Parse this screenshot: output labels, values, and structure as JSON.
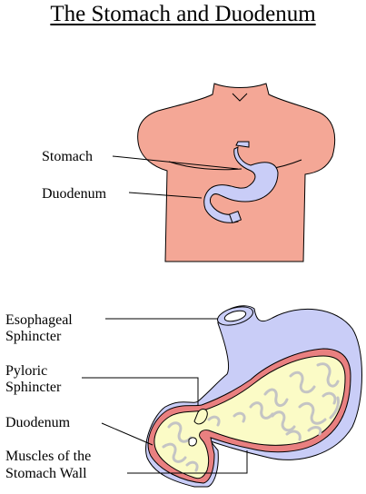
{
  "title": "The Stomach and Duodenum",
  "torso_diagram": {
    "labels": {
      "stomach": "Stomach",
      "duodenum": "Duodenum"
    }
  },
  "cross_section": {
    "labels": {
      "esophageal_sphincter": [
        "Esophageal",
        "Sphincter"
      ],
      "pyloric_sphincter": [
        "Pyloric",
        "Sphincter"
      ],
      "duodenum": "Duodenum",
      "muscles": [
        "Muscles of the",
        "Stomach Wall"
      ]
    }
  },
  "colors": {
    "skin": "#f4a796",
    "stomach": "#c9cdf7",
    "lining": "#fbfbc6",
    "folds": "#c4c4c4",
    "muscle": "#e98080"
  }
}
